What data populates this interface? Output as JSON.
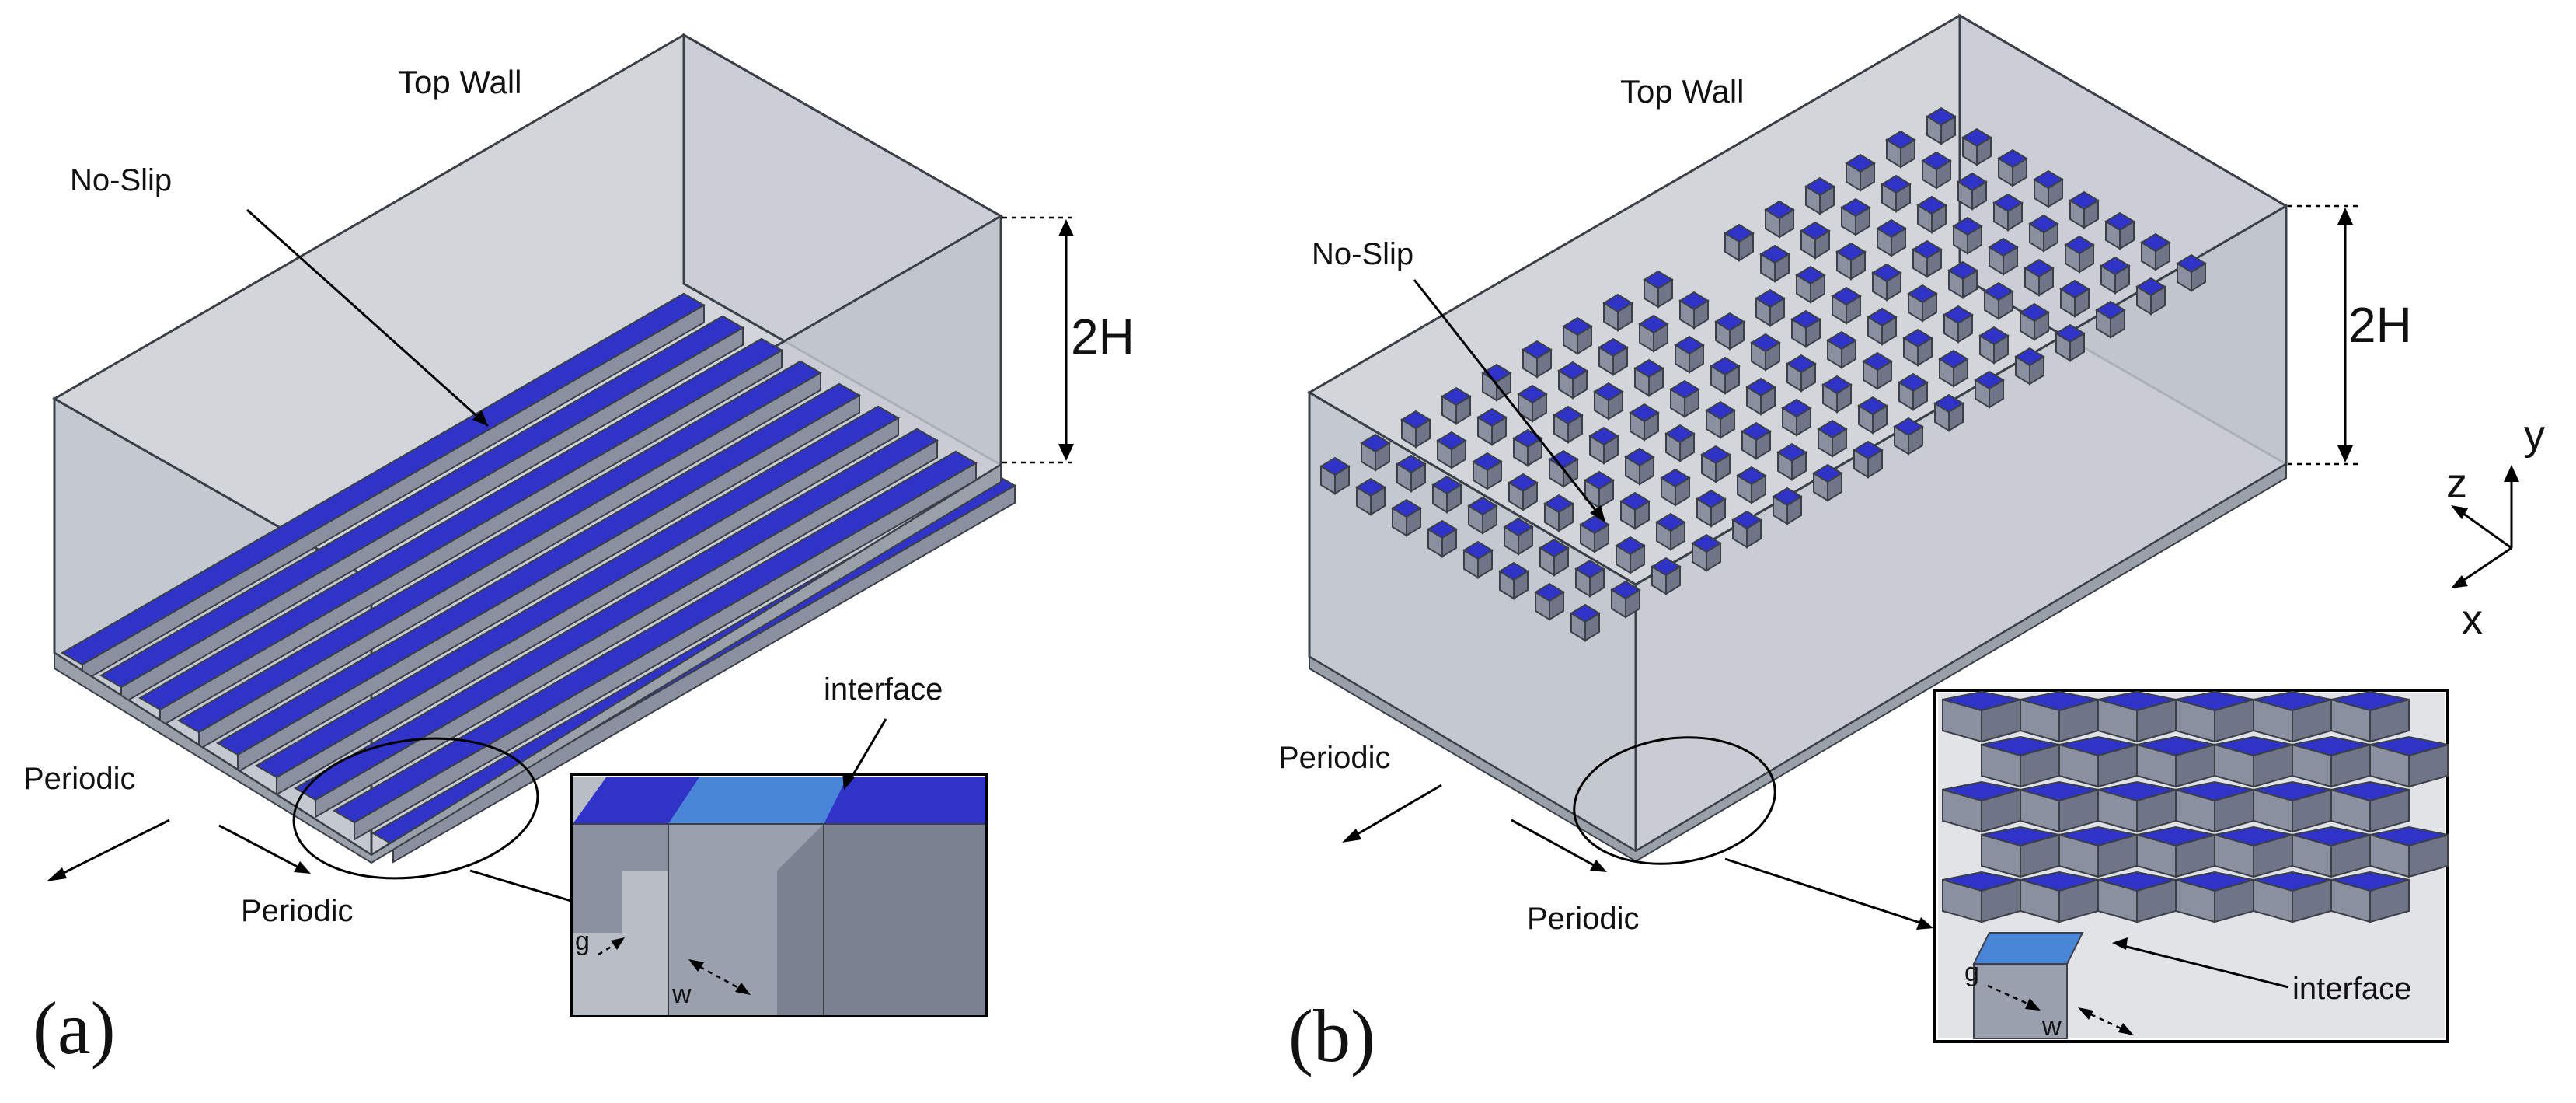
{
  "panel_a": {
    "panel_label": "(a)",
    "top_wall": "Top Wall",
    "no_slip": "No-Slip",
    "height": "2H",
    "periodic_1": "Periodic",
    "periodic_2": "Periodic",
    "inset": {
      "interface": "interface",
      "g": "g",
      "w": "w"
    }
  },
  "panel_b": {
    "panel_label": "(b)",
    "top_wall": "Top Wall",
    "no_slip": "No-Slip",
    "height": "2H",
    "periodic_1": "Periodic",
    "periodic_2": "Periodic",
    "inset": {
      "interface": "interface",
      "g": "g",
      "w": "w"
    }
  },
  "axes": {
    "y": "y",
    "z": "z",
    "x": "x"
  },
  "colors": {
    "wall": "#c9cdd3",
    "wall_dark": "#9aa0aa",
    "post_top": "#2f33c8",
    "post_side": "#8a90a0",
    "interface": "#4a86d8",
    "edge": "#3a3f48"
  }
}
